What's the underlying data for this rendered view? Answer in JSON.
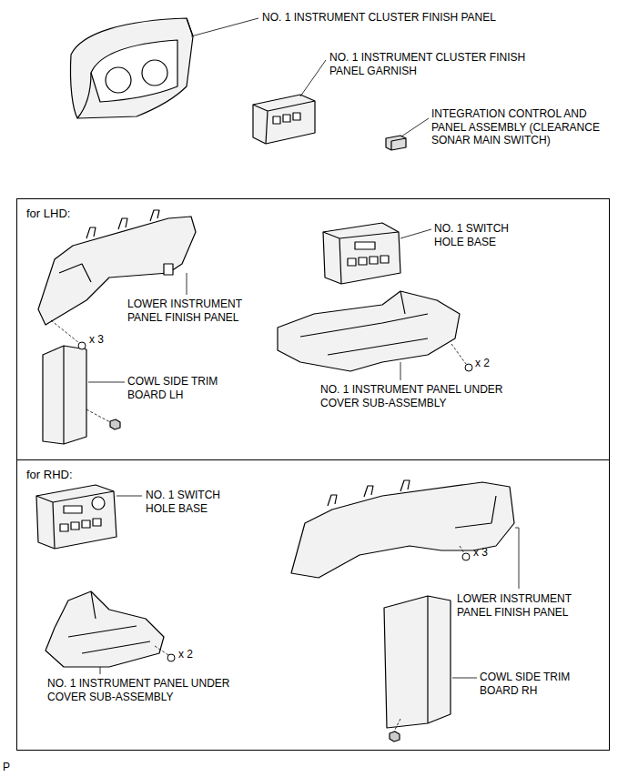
{
  "diagram": {
    "nodes": [
      {
        "text": [
          "for LHD:"
        ]
      },
      {
        "text": [
          "for RHD:"
        ]
      }
    ],
    "labels": [
      "NO. 1 INSTRUMENT CLUSTER FINISH PANEL",
      "NO. 1 INSTRUMENT CLUSTER FINISH PANEL GARNISH",
      "INTEGRATION CONTROL AND PANEL ASSEMBLY (CLEARANCE SONAR MAIN SWITCH)",
      "NO. 1 SWITCH HOLE BASE",
      "LOWER INSTRUMENT PANEL FINISH PANEL",
      "x 3",
      "COWL SIDE TRIM BOARD LH",
      "x 2",
      "NO. 1 INSTRUMENT PANEL UNDER COVER SUB-ASSEMBLY",
      "NO. 1 SWITCH HOLE BASE",
      "LOWER INSTRUMENT PANEL FINISH PANEL",
      "x 3",
      "x 2",
      "NO. 1 INSTRUMENT PANEL UNDER COVER SUB-ASSEMBLY",
      "COWL SIDE TRIM BOARD RH",
      "P"
    ]
  }
}
